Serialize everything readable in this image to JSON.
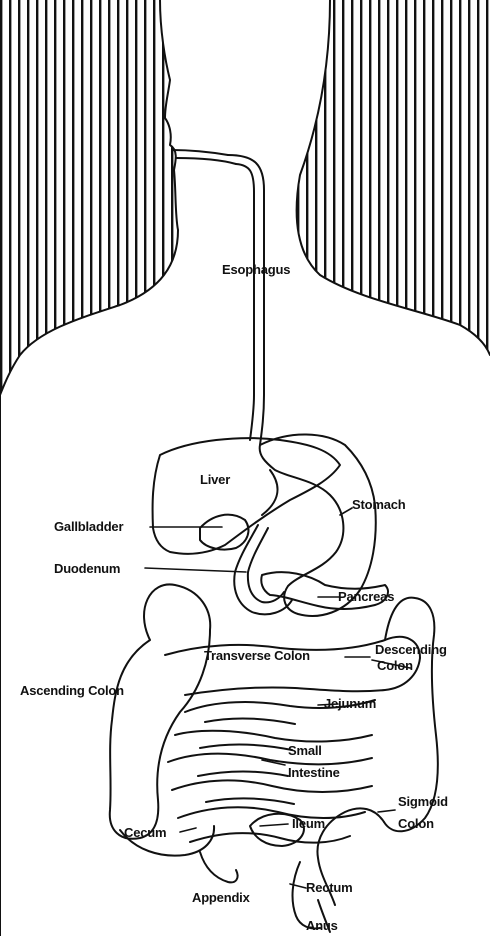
{
  "diagram": {
    "labels": {
      "esophagus": "Esophagus",
      "liver": "Liver",
      "stomach": "Stomach",
      "gallbladder": "Gallbladder",
      "duodenum": "Duodenum",
      "pancreas": "Pancreas",
      "transverse_colon": "Transverse Colon",
      "descending_colon_1": "Descending",
      "descending_colon_2": "Colon",
      "ascending_colon": "Ascending Colon",
      "jejunum": "Jejunum",
      "small_intestine_1": "Small",
      "small_intestine_2": "Intestine",
      "sigmoid_colon_1": "Sigmoid",
      "sigmoid_colon_2": "Colon",
      "cecum": "Cecum",
      "ileum": "Ileum",
      "appendix": "Appendix",
      "rectum": "Rectum",
      "anus": "Anus"
    },
    "colors": {
      "ink": "#111111",
      "background": "#ffffff"
    }
  }
}
